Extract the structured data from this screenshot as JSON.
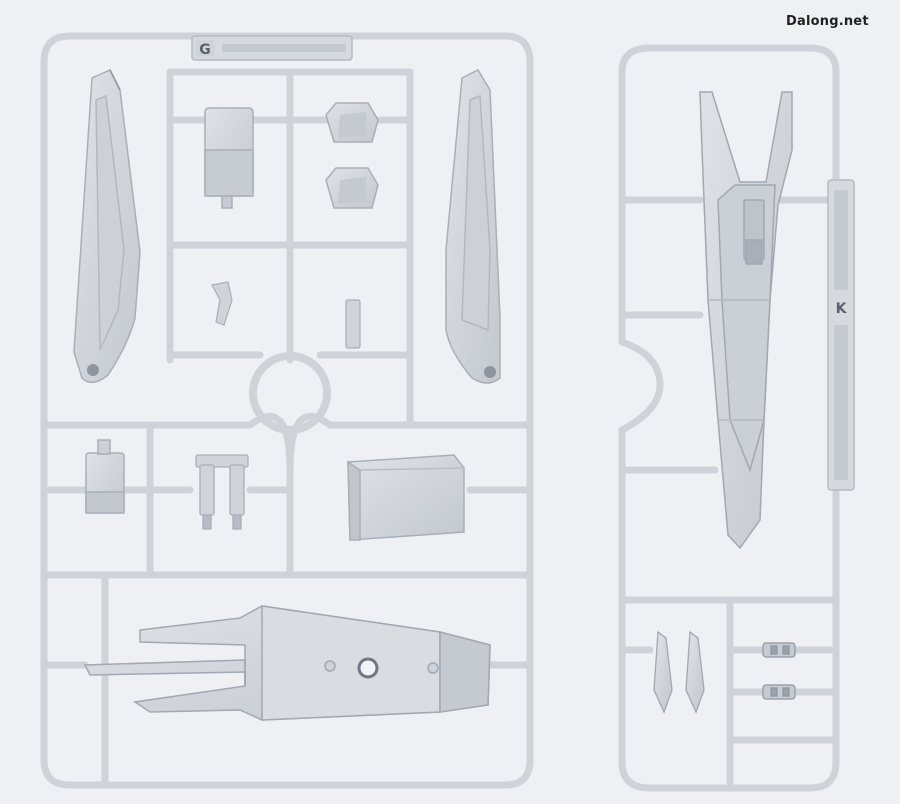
{
  "watermark": "Dalong.net",
  "sprue_g": {
    "letter": "G"
  },
  "sprue_k": {
    "letter": "K"
  },
  "colors": {
    "background": "#eef0f3",
    "plastic": "#d3d7dd",
    "plastic_edge": "#a9afb8",
    "plastic_shadow": "#bcc1c9",
    "plastic_highlight": "#e4e7eb"
  }
}
